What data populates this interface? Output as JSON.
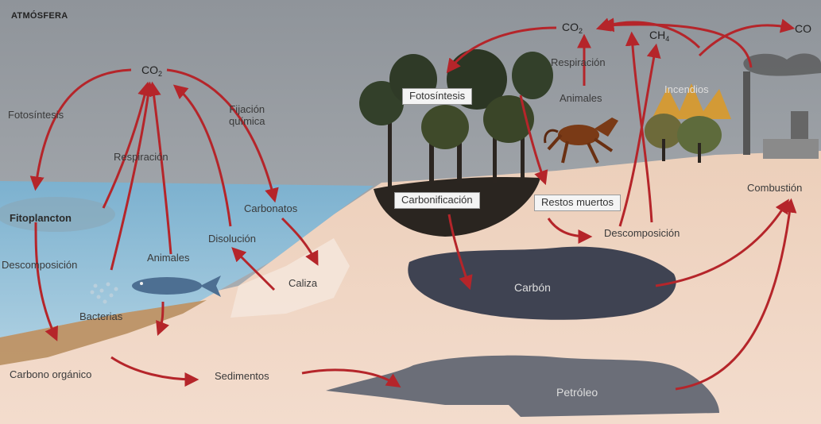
{
  "title": "ATMÓSFERA",
  "labels": {
    "co2_left": "CO",
    "co2_right": "CO",
    "co2_sub": "2",
    "ch4": "CH",
    "ch4_sub": "4",
    "co_right": "CO",
    "fotosintesis_ocean": "Fotosíntesis",
    "respiracion_ocean": "Respiración",
    "fijacion_quimica_1": "Fijación",
    "fijacion_quimica_2": "química",
    "fitoplancton": "Fitoplancton",
    "descomposicion_ocean": "Descomposición",
    "animales_ocean": "Animales",
    "bacterias": "Bacterias",
    "carbonatos": "Carbonatos",
    "disolucion": "Disolución",
    "caliza": "Caliza",
    "carbono_organico": "Carbono orgánico",
    "sedimentos": "Sedimentos",
    "fotosintesis_land": "Fotosíntesis",
    "respiracion_land": "Respiración",
    "animales_land": "Animales",
    "incendios": "Incendios",
    "carbonificacion": "Carbonificación",
    "restos_muertos": "Restos muertos",
    "descomposicion_land": "Descomposición",
    "combustion": "Combustión",
    "carbon": "Carbón",
    "petroleo": "Petróleo"
  },
  "colors": {
    "arrow": "#b5252a",
    "sky": "#9fa3a8",
    "ocean": "#6fa4c4",
    "ground": "#e8c9b3",
    "coal": "#3f4352",
    "oil": "#6b6e78"
  }
}
